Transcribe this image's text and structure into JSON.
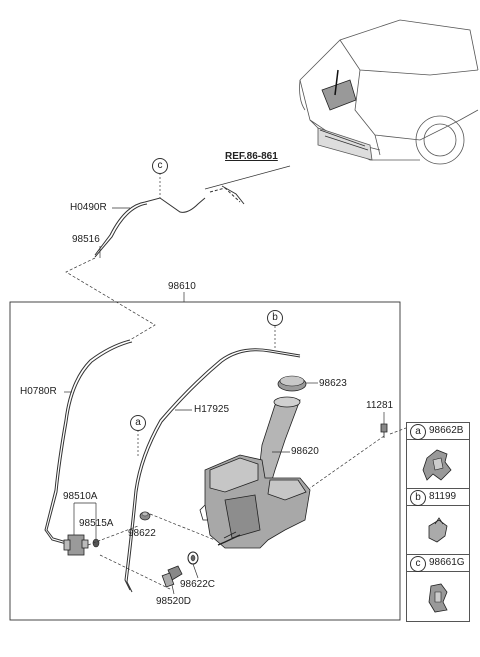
{
  "labels": {
    "ref_861": "REF.86-861",
    "h0490r": "H0490R",
    "p98516": "98516",
    "p98610": "98610",
    "h0780r": "H0780R",
    "h17925": "H17925",
    "p98623": "98623",
    "p98620": "98620",
    "p11281": "11281",
    "p98510a": "98510A",
    "p98515a": "98515A",
    "p98622": "98622",
    "p98622c": "98622C",
    "p98520d": "98520D"
  },
  "callouts": {
    "c_top": "c",
    "b_main": "b",
    "a_main": "a"
  },
  "legend": [
    {
      "letter": "a",
      "code": "98662B"
    },
    {
      "letter": "b",
      "code": "81199"
    },
    {
      "letter": "c",
      "code": "98661G"
    }
  ],
  "colors": {
    "line": "#333333",
    "part_fill": "#bfbfbf",
    "part_dark": "#7a7a7a",
    "tank_fill": "#a8a8a8"
  }
}
